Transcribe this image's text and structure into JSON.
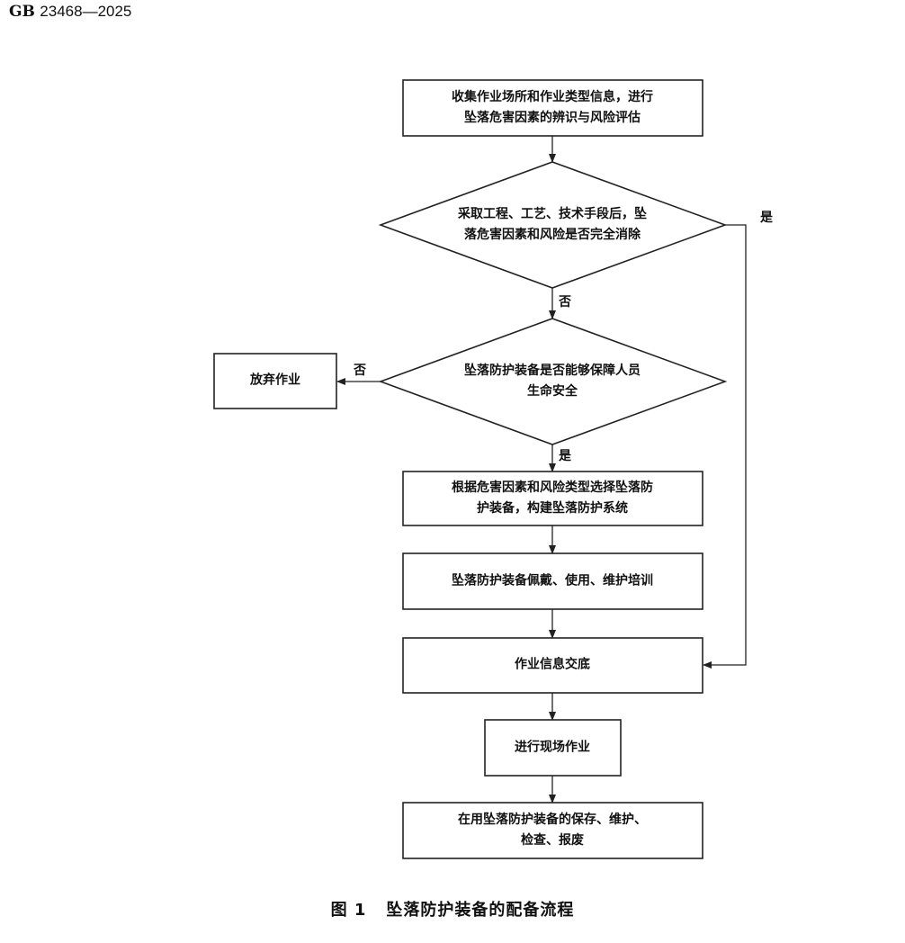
{
  "header": {
    "standard_code": "GB",
    "standard_number": "23468—2025"
  },
  "flowchart": {
    "nodes": {
      "collect_info": {
        "lines": [
          "收集作业场所和作业类型信息，进行",
          "坠落危害因素的辨识与风险评估"
        ]
      },
      "decision_eliminated": {
        "lines": [
          "采取工程、工艺、技术手段后，坠",
          "落危害因素和风险是否完全消除"
        ]
      },
      "decision_equipment": {
        "lines": [
          "坠落防护装备是否能够保障人员",
          "生命安全"
        ]
      },
      "abandon": {
        "lines": [
          "放弃作业"
        ]
      },
      "select_equipment": {
        "lines": [
          "根据危害因素和风险类型选择坠落防",
          "护装备，构建坠落防护系统"
        ]
      },
      "training": {
        "lines": [
          "坠落防护装备佩戴、使用、维护培训"
        ]
      },
      "briefing": {
        "lines": [
          "作业信息交底"
        ]
      },
      "site_work": {
        "lines": [
          "进行现场作业"
        ]
      },
      "storage": {
        "lines": [
          "在用坠落防护装备的保存、维护、",
          "检查、报废"
        ]
      }
    },
    "edge_labels": {
      "eliminated_yes": "是",
      "eliminated_no": "否",
      "equipment_no": "否",
      "equipment_yes": "是"
    }
  },
  "caption": {
    "figure_number": "图 1",
    "figure_title": "坠落防护装备的配备流程"
  }
}
